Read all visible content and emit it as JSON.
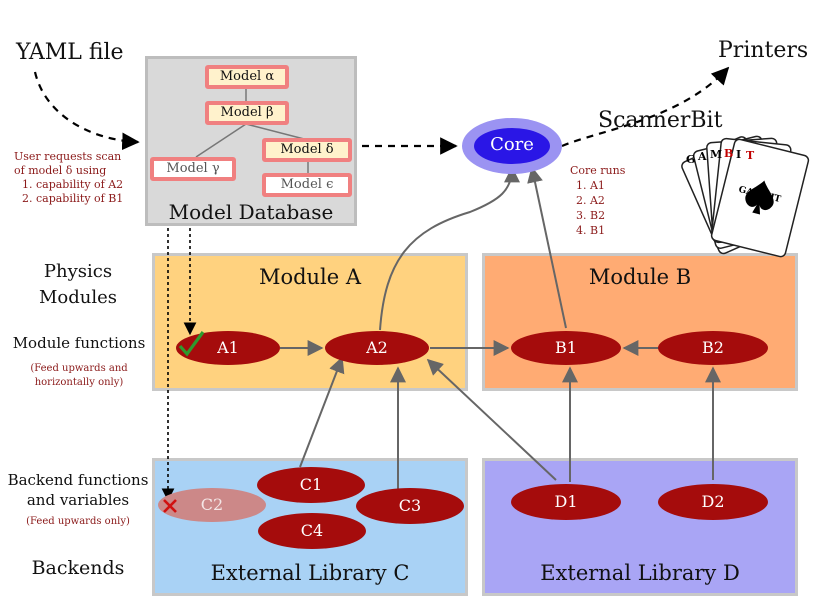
{
  "yaml_label": "YAML file",
  "printers_label": "Printers",
  "scannerbit_label": "ScannerBit",
  "user_request": {
    "line1": "User requests scan",
    "line2": "of model δ using",
    "item1": "1.  capability of A2",
    "item2": "2.  capability of B1"
  },
  "model_db": {
    "title": "Model Database",
    "alpha": "Model α",
    "beta": "Model β",
    "gamma": "Model γ",
    "delta": "Model δ",
    "epsilon": "Model ϵ"
  },
  "core": {
    "label": "Core",
    "runs_title": "Core runs",
    "runs": [
      "1.  A1",
      "2.  A2",
      "3.  B2",
      "4.  B1"
    ]
  },
  "left_labels": {
    "physics": "Physics",
    "modules": "Modules",
    "module_functions": "Module functions",
    "mf_note1": "(Feed upwards and",
    "mf_note2": "horizontally only)",
    "backend_functions": "Backend functions",
    "and_variables": "and variables",
    "bf_note": "(Feed upwards only)",
    "backends": "Backends"
  },
  "panels": {
    "module_a": "Module A",
    "module_b": "Module B",
    "ext_c": "External Library C",
    "ext_d": "External Library D"
  },
  "nodes": {
    "A1": "A1",
    "A2": "A2",
    "B1": "B1",
    "B2": "B2",
    "C1": "C1",
    "C2": "C2",
    "C3": "C3",
    "C4": "C4",
    "D1": "D1",
    "D2": "D2"
  },
  "cards_brand": "GAMBIT",
  "colors": {
    "module_a_fill": "#ffd27f",
    "module_b_fill": "#ffab73",
    "ext_c_fill": "#a9d2f5",
    "ext_d_fill": "#a9a5f5",
    "node_fill": "#a50c0c",
    "core_fill": "#2a16e6",
    "db_fill": "#d9d9d9",
    "model_border": "#f08080"
  }
}
